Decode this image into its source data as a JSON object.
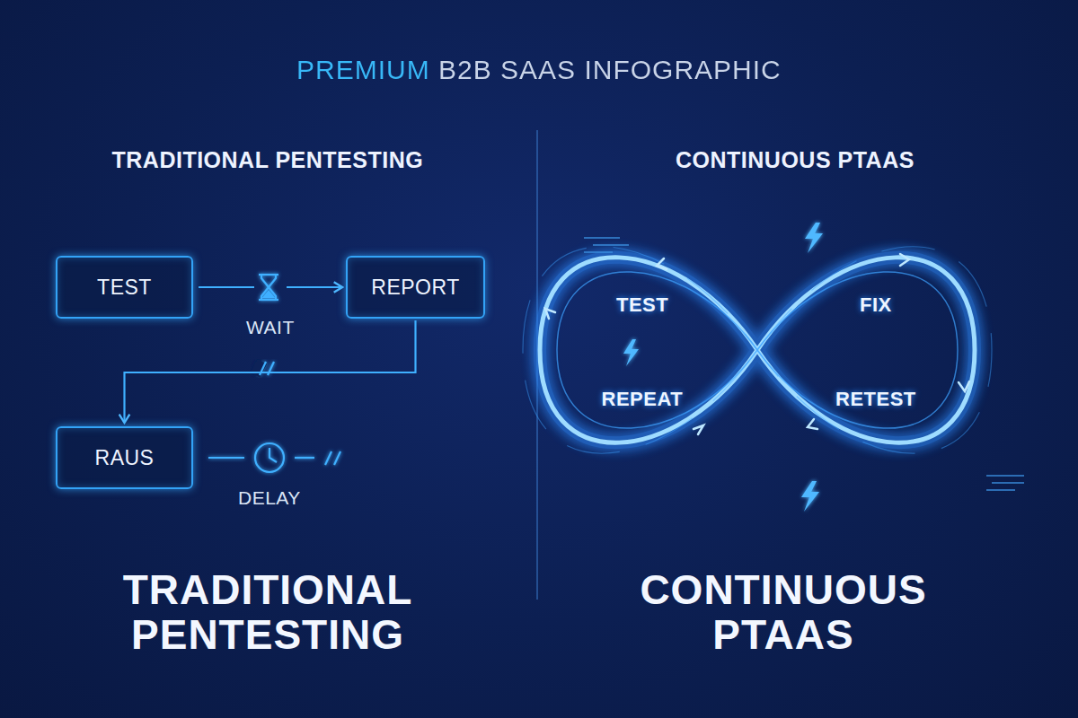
{
  "diagram": {
    "title": "PREMIUM B2B SAAS INFOGRAPHIC",
    "nodes": [
      {
        "text": [
          "TEST"
        ]
      },
      {
        "text": [
          "REPORT"
        ]
      },
      {
        "text": [
          "RAUS"
        ]
      }
    ],
    "edges": [
      {
        "from": 0,
        "to": 1,
        "arrow": "to",
        "label": "WAIT"
      },
      {
        "from": 1,
        "to": 2,
        "arrow": "to"
      }
    ],
    "labels": [
      "TRADITIONAL PENTESTING",
      "CONTINUOUS PTAAS",
      "DELAY",
      "TEST",
      "FIX",
      "REPEAT",
      "RETEST",
      "TRADITIONAL PENTESTING",
      "CONTINUOUS PTAAS"
    ]
  }
}
